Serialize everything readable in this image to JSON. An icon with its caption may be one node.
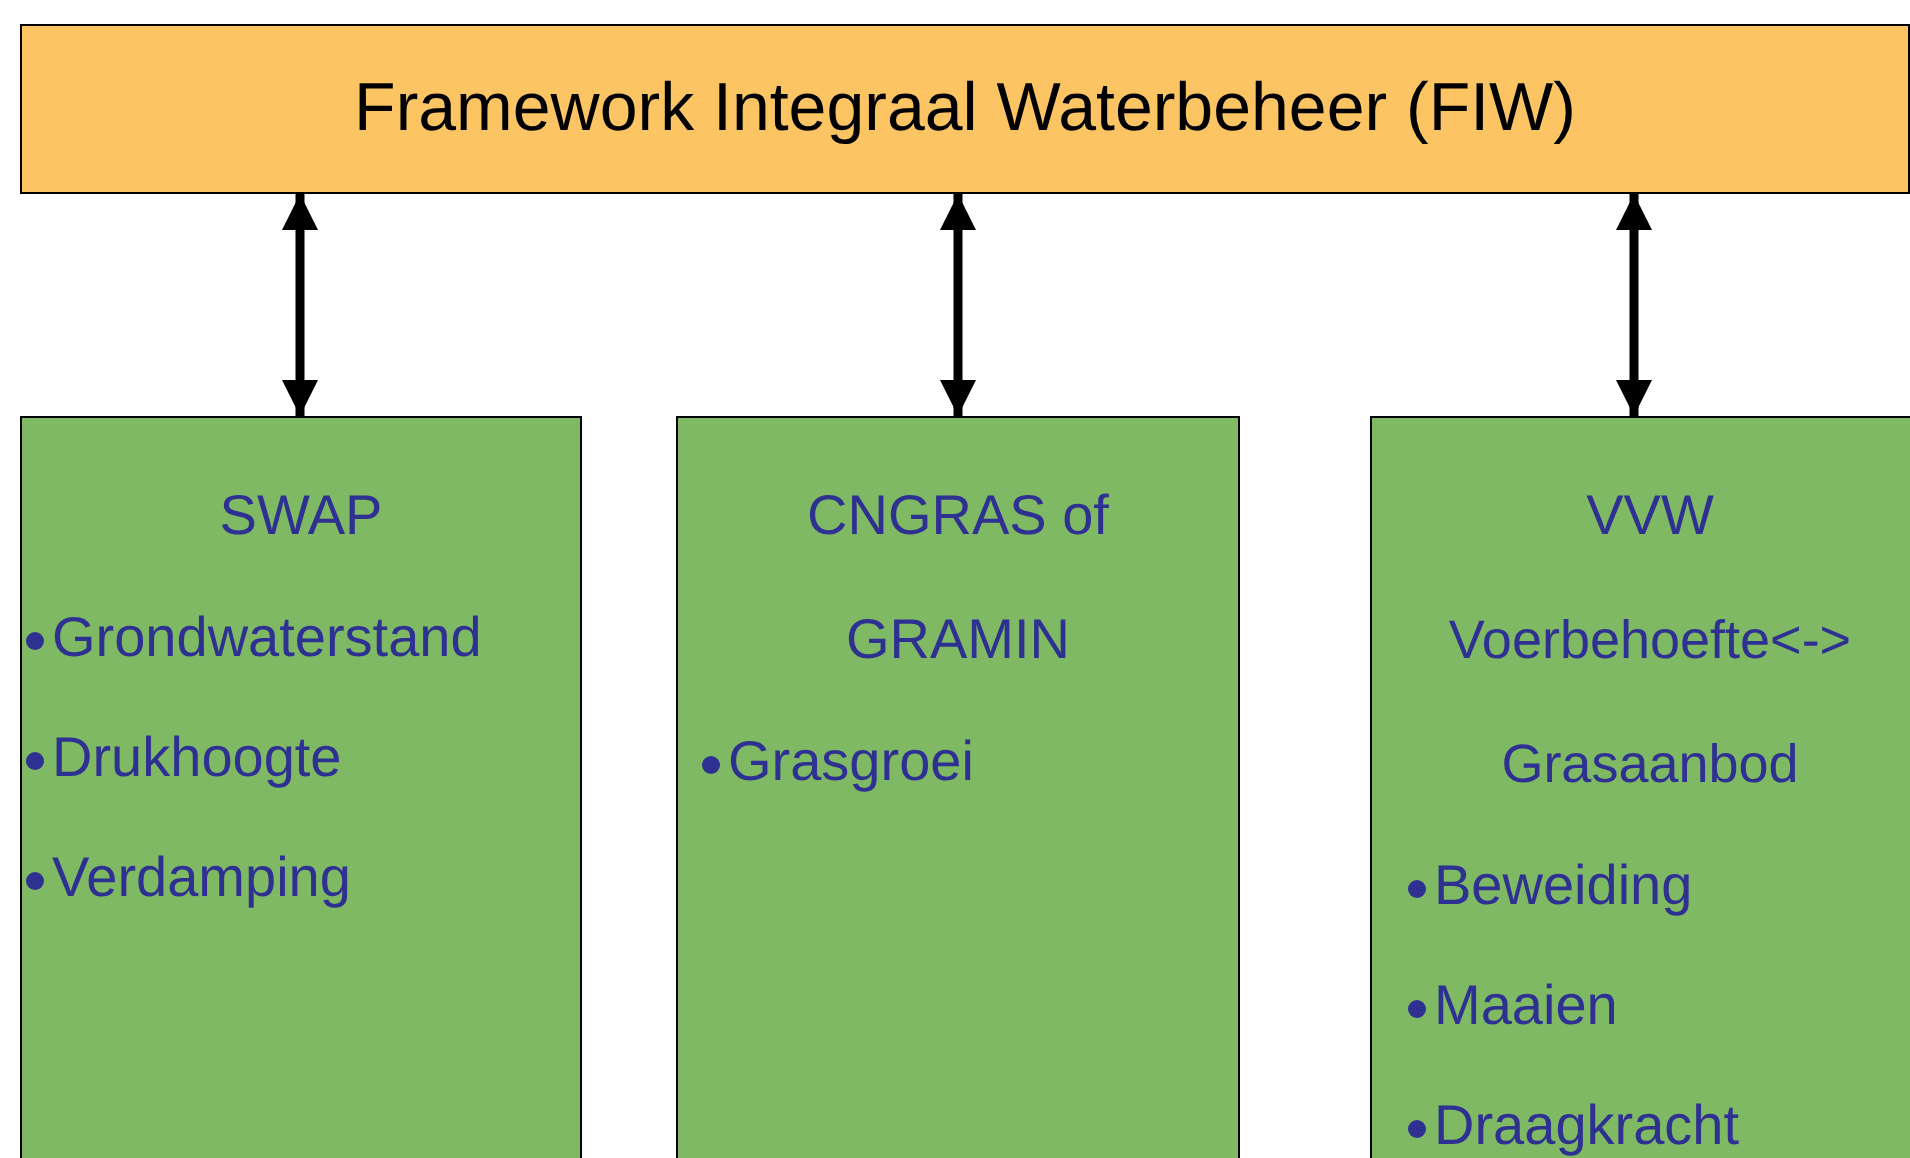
{
  "diagram": {
    "nodes": [
      {
        "text": [
          "Framework Integraal Waterbeheer (FIW)"
        ]
      },
      {
        "text": [
          "SWAP",
          "Grondwaterstand",
          "Drukhoogte",
          "Verdamping"
        ]
      },
      {
        "text": [
          "CNGRAS of GRAMIN",
          "Grasgroei"
        ]
      },
      {
        "text": [
          "VVW",
          "Voerbehoefte<-> Grasaanbod",
          "Beweiding",
          "Maaien",
          "Draagkracht"
        ]
      }
    ],
    "edges": [
      {
        "from": 0,
        "to": 1,
        "arrow": "both"
      },
      {
        "from": 0,
        "to": 2,
        "arrow": "both"
      },
      {
        "from": 0,
        "to": 3,
        "arrow": "both"
      }
    ]
  }
}
